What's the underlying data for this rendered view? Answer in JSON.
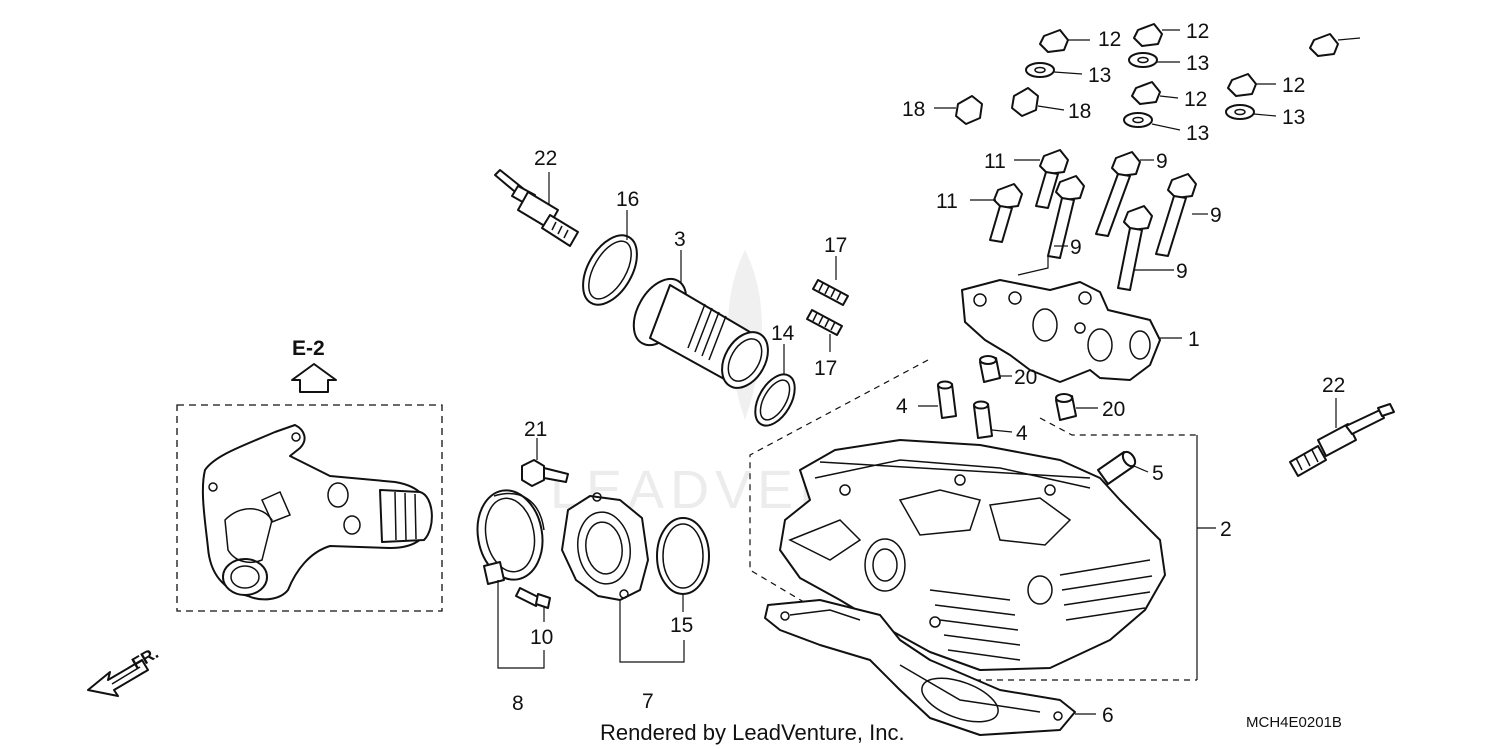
{
  "diagram": {
    "code": "MCH4E0201B",
    "credit": "Rendered by LeadVenture, Inc.",
    "watermark": "LEADVENTURE",
    "reference": {
      "label": "E-2"
    },
    "front_indicator": "FR.",
    "callouts": {
      "p1": "1",
      "p2": "2",
      "p3": "3",
      "p4a": "4",
      "p4b": "4",
      "p5": "5",
      "p6": "6",
      "p7": "7",
      "p8": "8",
      "p9a": "9",
      "p9b": "9",
      "p9c": "9",
      "p9d": "9",
      "p10": "10",
      "p11a": "11",
      "p11b": "11",
      "p12a": "12",
      "p12b": "12",
      "p12c": "12",
      "p12d": "12",
      "p13a": "13",
      "p13b": "13",
      "p13c": "13",
      "p13d": "13",
      "p14": "14",
      "p15": "15",
      "p16": "16",
      "p17a": "17",
      "p17b": "17",
      "p18a": "18",
      "p18b": "18",
      "p20a": "20",
      "p20b": "20",
      "p21": "21",
      "p22a": "22",
      "p22b": "22"
    }
  }
}
